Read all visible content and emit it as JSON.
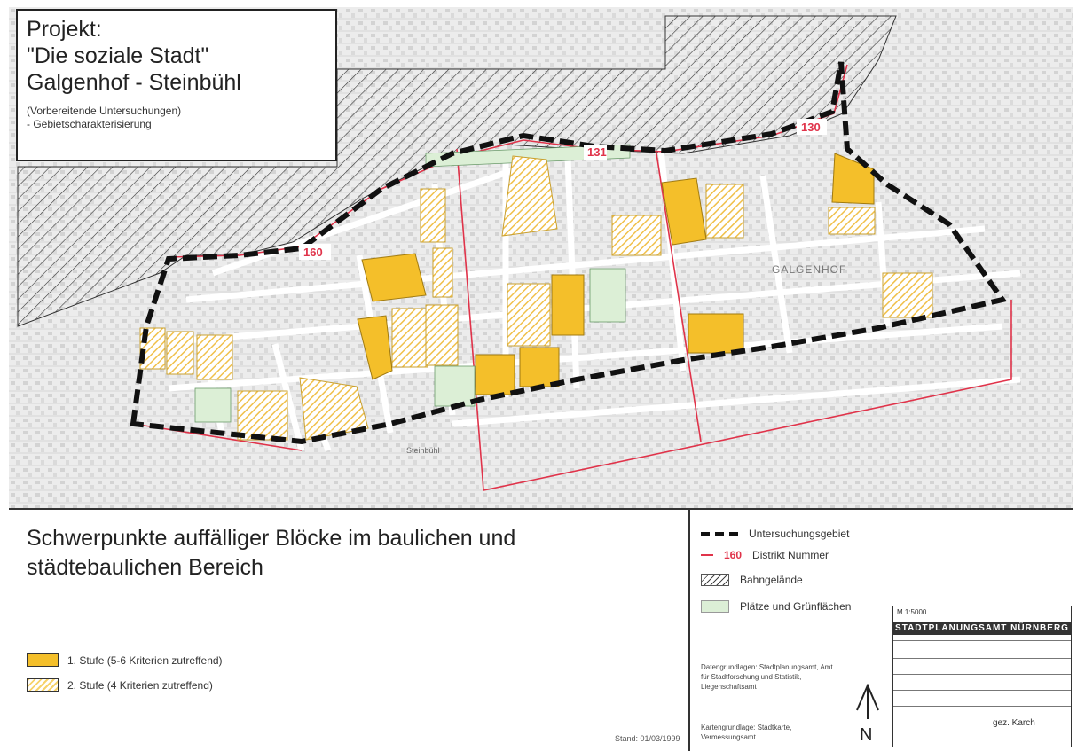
{
  "title_box": {
    "line1": "Projekt:",
    "line2": "\"Die soziale Stadt\"",
    "line3": "Galgenhof - Steinbühl",
    "sub1": "(Vorbereitende Untersuchungen)",
    "sub2": "- Gebietscharakterisierung"
  },
  "map_labels": {
    "district_130": "130",
    "district_131": "131",
    "district_160": "160",
    "place_galgenhof": "GALGENHOF",
    "street_steinbuehl": "Steinbühl"
  },
  "heading": {
    "line1": "Schwerpunkte auffälliger Blöcke im baulichen und",
    "line2": "städtebaulichen Bereich"
  },
  "legend_stufe": {
    "stufe1": "1. Stufe (5-6 Kriterien zutreffend)",
    "stufe2": "2. Stufe (4 Kriterien zutreffend)"
  },
  "legend_right": {
    "untersuchungsgebiet": "Untersuchungsgebiet",
    "distrikt_number": "160",
    "distrikt_label": "Distrikt Nummer",
    "bahngelaende": "Bahngelände",
    "plaetze": "Plätze und Grünflächen"
  },
  "notes": {
    "datengrundlagen": "Datengrundlagen: Stadtplanungsamt, Amt für Stadtforschung und Statistik, Liegenschaftsamt",
    "kartengrundlage": "Kartengrundlage: Stadtkarte, Vermessungsamt"
  },
  "north": "N",
  "date": "Stand: 01/03/1999",
  "titleblock": {
    "scale": "M 1:5000",
    "office": "STADTPLANUNGSAMT NÜRNBERG",
    "signature": "gez. Karch"
  },
  "colors": {
    "stufe1": "#f4bf2a",
    "stufe2": "#f7d36a",
    "boundary_red": "#e0334a",
    "green": "#dcefd6"
  }
}
